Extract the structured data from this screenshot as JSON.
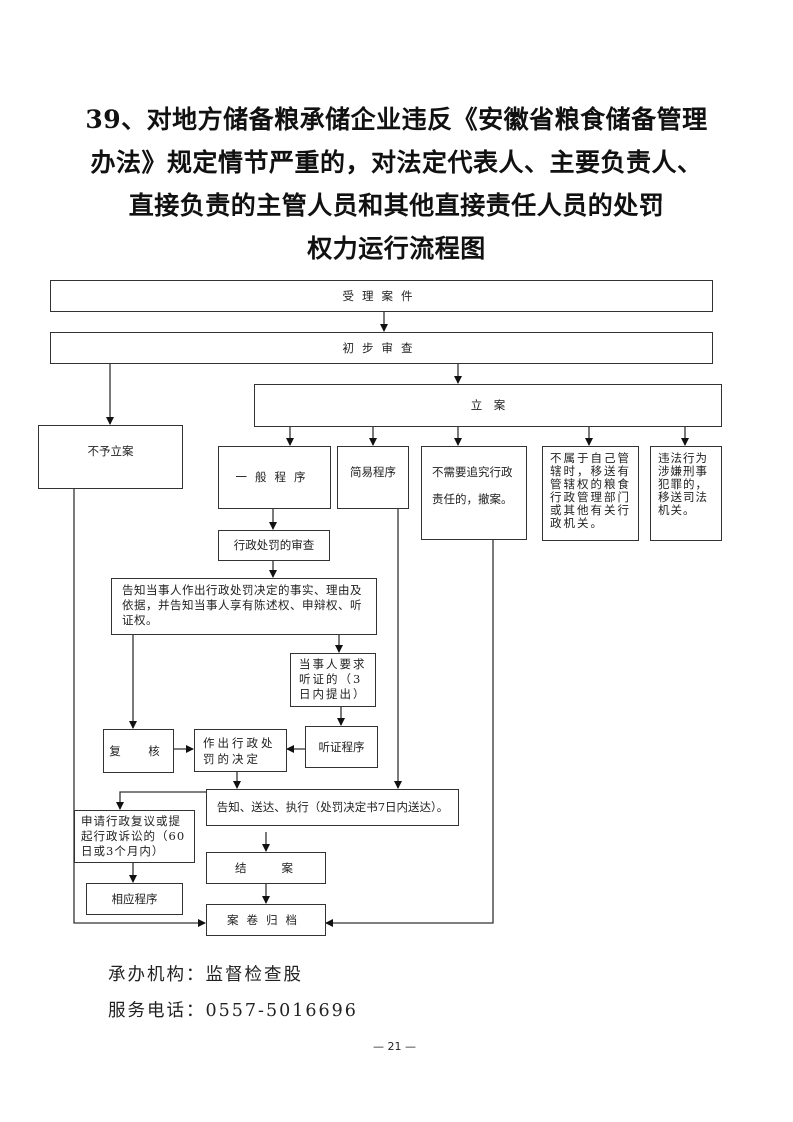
{
  "title": {
    "line1": "39、对地方储备粮承储企业违反《安徽省粮食储备管理",
    "line2": "办法》规定情节严重的，对法定代表人、主要负责人、",
    "line3": "直接负责的主管人员和其他直接责任人员的处罚",
    "line4": "权力运行流程图"
  },
  "flow": {
    "accept": "受理案件",
    "preliminary_review": "初步审查",
    "no_filing": "不予立案",
    "filing": "立　案",
    "general_procedure": "一般程序",
    "simple_procedure": "简易程序",
    "no_liability": "不需要追究行政责任的，撤案。",
    "transfer_admin": "不属于自己管辖时，移送有管辖权的粮食行政管理部门或其他有关行政机关。",
    "transfer_judicial": "违法行为涉嫌刑事犯罪的，移送司法机关。",
    "penalty_review": "行政处罚的审查",
    "notify_rights": "告知当事人作出行政处罚决定的事实、理由及依据，并告知当事人享有陈述权、申辩权、听证权。",
    "hearing_request": "当事人要求听证的（3日内提出）",
    "recheck": "复　核",
    "make_decision": "作出行政处罚的决定",
    "hearing_procedure": "听证程序",
    "execute": "告知、送达、执行（处罚决定书7日内送达）。",
    "appeal": "申请行政复议或提起行政诉讼的（60日或3个月内）",
    "close_case": "结　　案",
    "corresponding_procedure": "相应程序",
    "archive": "案卷归档"
  },
  "footer": {
    "office": "承办机构：监督检查股",
    "phone": "服务电话：0557-5016696",
    "page_number": "— 21 —"
  }
}
